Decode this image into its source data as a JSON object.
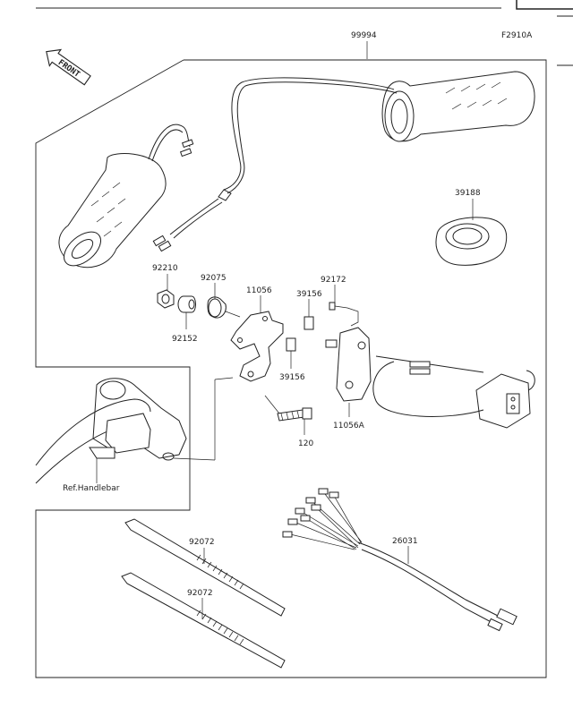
{
  "figure_code": "F2910A",
  "front_label": "FRONT",
  "ref_label": "Ref.Handlebar",
  "parts": [
    {
      "key": "p99994",
      "label": "99994"
    },
    {
      "key": "p39188",
      "label": "39188"
    },
    {
      "key": "p92210",
      "label": "92210"
    },
    {
      "key": "p92075",
      "label": "92075"
    },
    {
      "key": "p11056",
      "label": "11056"
    },
    {
      "key": "p92172",
      "label": "92172"
    },
    {
      "key": "p39156a",
      "label": "39156"
    },
    {
      "key": "p92152",
      "label": "92152"
    },
    {
      "key": "p39156b",
      "label": "39156"
    },
    {
      "key": "p11056a",
      "label": "11056A"
    },
    {
      "key": "p120",
      "label": "120"
    },
    {
      "key": "p92072a",
      "label": "92072"
    },
    {
      "key": "p26031",
      "label": "26031"
    },
    {
      "key": "p92072b",
      "label": "92072"
    }
  ]
}
